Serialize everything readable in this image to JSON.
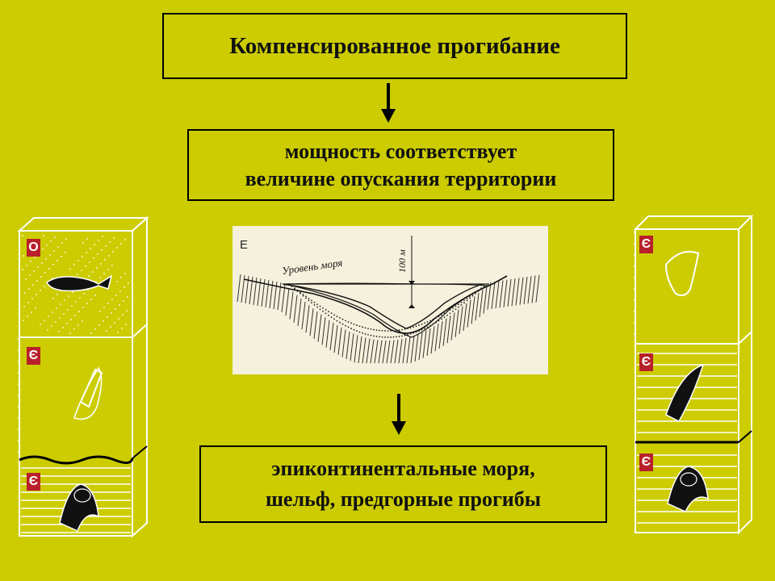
{
  "title": "Компенсированное прогибание",
  "box2": {
    "line1": "мощность соответствует",
    "line2": "величине опускания территории"
  },
  "box3": {
    "line1": "эпиконтинентальные моря,",
    "line2": "шельф, предгорные прогибы"
  },
  "cross_section": {
    "corner_label": "Е",
    "sea_level_label": "Уровень моря",
    "depth_label": "100 м"
  },
  "left_column": {
    "labels": [
      "О",
      "Є",
      "Є"
    ]
  },
  "right_column": {
    "labels": [
      "Є",
      "Є",
      "Є"
    ]
  },
  "colors": {
    "background": "#cccc00",
    "label_red": "#b8202a",
    "outline": "#000000"
  }
}
